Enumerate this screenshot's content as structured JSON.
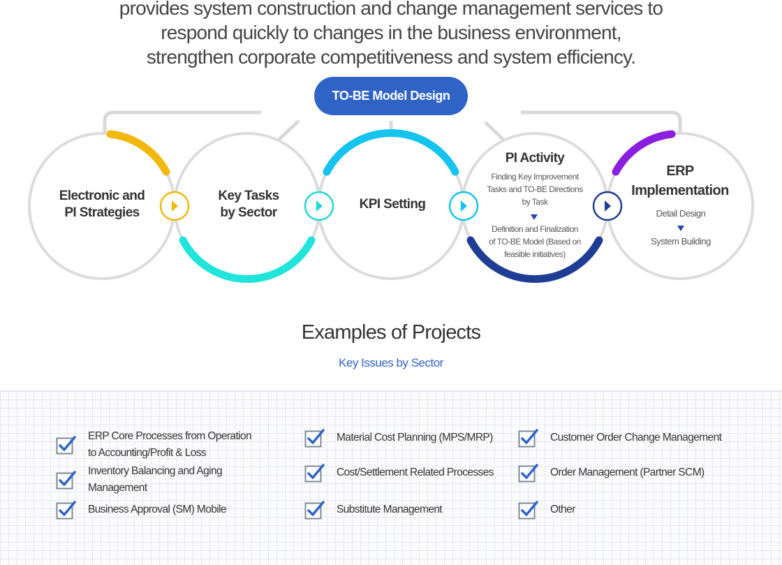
{
  "intro": {
    "lines": [
      "provides system construction and change management services to",
      "respond quickly to changes in the business environment,",
      "strengthen corporate competitiveness and system efficiency."
    ]
  },
  "diagram": {
    "top_label": "TO-BE Model Design",
    "nodes": [
      {
        "title_lines": [
          "Electronic and",
          "PI Strategies"
        ],
        "arc_color": "#f2b80e"
      },
      {
        "title_lines": [
          "Key Tasks",
          "by Sector"
        ],
        "arc_color": "#21e5da"
      },
      {
        "title_lines": [
          "KPI Setting"
        ],
        "arc_color": "#15c3ee"
      },
      {
        "title_lines": [
          "PI Activity"
        ],
        "arc_color": "#1f3d94",
        "steps": [
          [
            "Finding Key Improvement",
            "Tasks and TO-BE Directions",
            "by Task"
          ],
          [
            "Definition and Finalization",
            "of TO-BE Model (Based on",
            "feasible initiatives)"
          ]
        ]
      },
      {
        "title_lines": [
          "ERP",
          "Implementation"
        ],
        "arc_color": "#8a1fe0",
        "steps": [
          [
            "Detail Design"
          ],
          [
            "System Building"
          ]
        ]
      }
    ],
    "arrow_colors": [
      "#f2b80e",
      "#21d8d2",
      "#15c3ee",
      "#1f3d94"
    ]
  },
  "projects": {
    "title": "Examples of Projects",
    "subtitle": "Key Issues by Sector",
    "columns": [
      [
        [
          "ERP Core Processes from Operation",
          "to Accounting/Profit & Loss"
        ],
        [
          "Inventory Balancing and Aging",
          "Management"
        ],
        [
          "Business Approval (SM) Mobile"
        ]
      ],
      [
        [
          "Material Cost Planning (MPS/MRP)"
        ],
        [
          "Cost/Settlement Related Processes"
        ],
        [
          "Substitute Management"
        ]
      ],
      [
        [
          "Customer Order Change Management"
        ],
        [
          "Order Management (Partner SCM)"
        ],
        [
          "Other"
        ]
      ]
    ]
  }
}
